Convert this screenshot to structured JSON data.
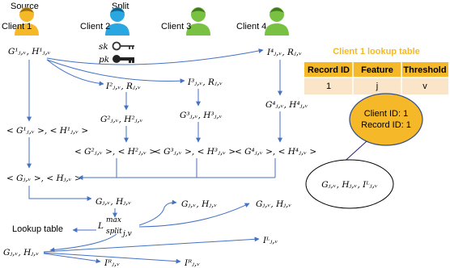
{
  "roles": {
    "source": "Source",
    "split": "Split"
  },
  "clients": [
    {
      "label": "Client 1",
      "color": "#f4b829"
    },
    {
      "label": "Client 2",
      "color": "#2aa6e0"
    },
    {
      "label": "Client 3",
      "color": "#79c143"
    },
    {
      "label": "Client 4",
      "color": "#79c143"
    }
  ],
  "keys": {
    "sk": "sk",
    "pk": "pk"
  },
  "lookup_table": {
    "title": "Client 1 lookup table",
    "title_color": "#f4b829",
    "header_color": "#f4b829",
    "row_color": "#fbe5c8",
    "headers": [
      "Record ID",
      "Feature",
      "Threshold"
    ],
    "row": [
      "1",
      "j",
      "v"
    ]
  },
  "client_node": {
    "line1": "Client ID: 1",
    "line2": "Record ID: 1",
    "fill": "#f4b829"
  },
  "labels": {
    "g1h1": "G¹ⱼ,ᵥ, H¹ⱼ,ᵥ",
    "i2r": "I²ⱼ,ᵥ, Rⱼ,ᵥ",
    "i3r": "I³ⱼ,ᵥ, Rⱼ,ᵥ",
    "i4r": "I⁴ⱼ,ᵥ, Rⱼ,ᵥ",
    "g2h2": "G²ⱼ,ᵥ, H²ⱼ,ᵥ",
    "g3h3": "G³ⱼ,ᵥ, H³ⱼ,ᵥ",
    "g4h4": "G⁴ⱼ,ᵥ, H⁴ⱼ,ᵥ",
    "enc1": "< G¹ⱼ,ᵥ >, < H¹ⱼ,ᵥ >",
    "enc2": "< G²ⱼ,ᵥ >, < H²ⱼ,ᵥ >",
    "enc3": "< G³ⱼ,ᵥ >, < H³ⱼ,ᵥ >",
    "enc4": "< G⁴ⱼ,ᵥ >, < H⁴ⱼ,ᵥ >",
    "encsum": "< Gⱼ,ᵥ >, < Hⱼ,ᵥ >",
    "gh": "Gⱼ,ᵥ, Hⱼ,ᵥ",
    "lsplit_top": "max",
    "lsplit_main": "L",
    "lsplit_sub": "split",
    "lsplit_subsub": "j,v",
    "gh_a": "Gⱼ,ᵥ, Hⱼ,ᵥ",
    "gh_b": "Gⱼ,ᵥ, Hⱼ,ᵥ",
    "lookup": "Lookup table",
    "gh_left": "Gⱼ,ᵥ, Hⱼ,ᵥ",
    "ir_low": "Iᴿⱼ,ᵥ",
    "ir_low2": "Iᴿⱼ,ᵥ",
    "il_right": "Iᴸⱼ,ᵥ",
    "ellipse": "Gⱼ,ᵥ, Hⱼ,ᵥ, Iᴸⱼ,ᵥ"
  }
}
